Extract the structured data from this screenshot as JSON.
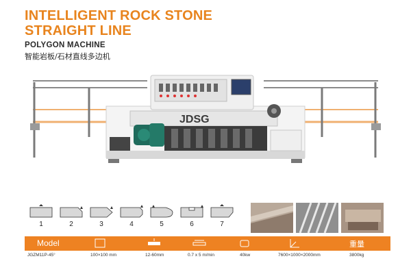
{
  "title": {
    "line1": "INTELLIGENT ROCK STONE",
    "line2": "STRAIGHT LINE",
    "line3": "POLYGON MACHINE",
    "line4": "智能岩板/石材直线多边机"
  },
  "machine": {
    "brand": "JDSG"
  },
  "profiles": {
    "labels": [
      "1",
      "2",
      "3",
      "4",
      "5",
      "6",
      "7"
    ]
  },
  "specs": {
    "model_header": "Model",
    "weight_header": "重量",
    "values": {
      "model": "JGZM11P-45°",
      "glass_size": "100×100 mm",
      "thickness": "12-60mm",
      "speed": "0.7 x 5 m/min",
      "power": "40kw",
      "dimensions": "7600×1000×2000mm",
      "weight": "3800kg"
    }
  },
  "colors": {
    "accent": "#ee8222",
    "title": "#e8841e"
  }
}
